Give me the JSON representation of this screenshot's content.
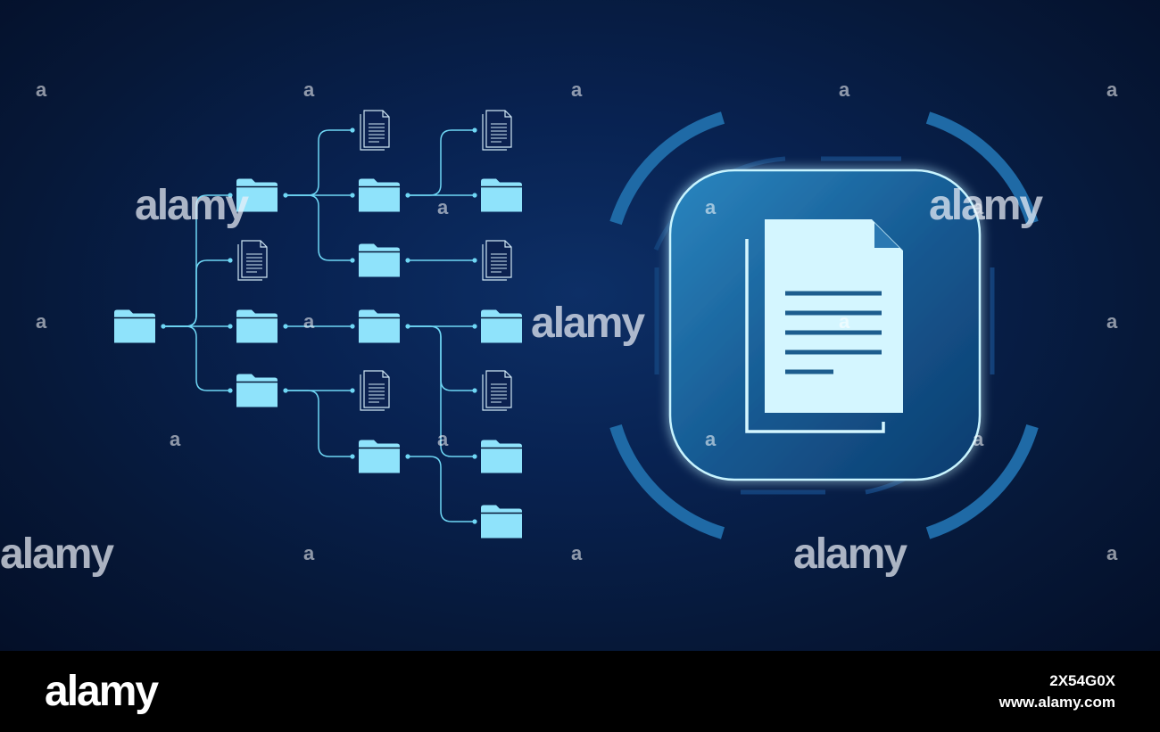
{
  "watermark": {
    "small_mark": "a",
    "big_mark": "alamy"
  },
  "footer": {
    "logo": "alamy",
    "image_id": "2X54G0X",
    "site": "www.alamy.com"
  },
  "colors": {
    "background": "#061838",
    "line": "#6fd7f5",
    "folder": "#8fe3fb",
    "panel": "#1e6ea8",
    "panel_border": "#c8f4ff",
    "document": "#d4f6ff",
    "text_lines": "#1d5d8e"
  },
  "icons": {
    "hierarchy": "folder-tree-icon",
    "center": "document-icon"
  }
}
